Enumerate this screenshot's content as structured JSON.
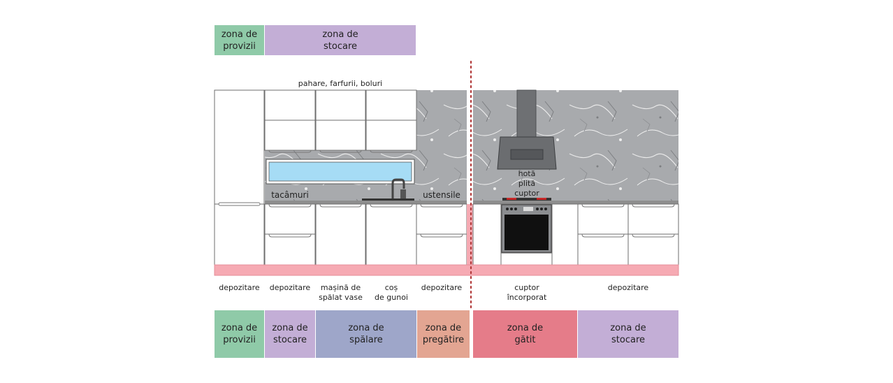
{
  "colors": {
    "provizii": "#8fcaa8",
    "stocare": "#c3aed6",
    "spalare": "#9ea6c9",
    "pregatire": "#e3a592",
    "gatit": "#e57c89",
    "plinth": "#f6aab3",
    "window": "#a6dcf5",
    "marble": "#a8aaad",
    "divider": "#b23a3a"
  },
  "top_zones": [
    {
      "label": "zona de\nprovizii"
    },
    {
      "label": "zona de\nstocare"
    }
  ],
  "upper_label": "pahare, farfurii, boluri",
  "mid_labels": {
    "tacamuri": "tacâmuri",
    "ustensile": "ustensile",
    "hota": "hotă\nplită\ncuptor"
  },
  "bottom_labels": [
    "depozitare",
    "depozitare",
    "mașină de\nspălat vase",
    "coș\nde gunoi",
    "depozitare",
    "cuptor\nîncorporat",
    "depozitare"
  ],
  "bottom_zones": [
    {
      "label": "zona de\nprovizii"
    },
    {
      "label": "zona de\nstocare"
    },
    {
      "label": "zona de\nspălare"
    },
    {
      "label": "zona de\npregătire"
    },
    {
      "label": "zona de\ngătit"
    },
    {
      "label": "zona de\nstocare"
    }
  ]
}
